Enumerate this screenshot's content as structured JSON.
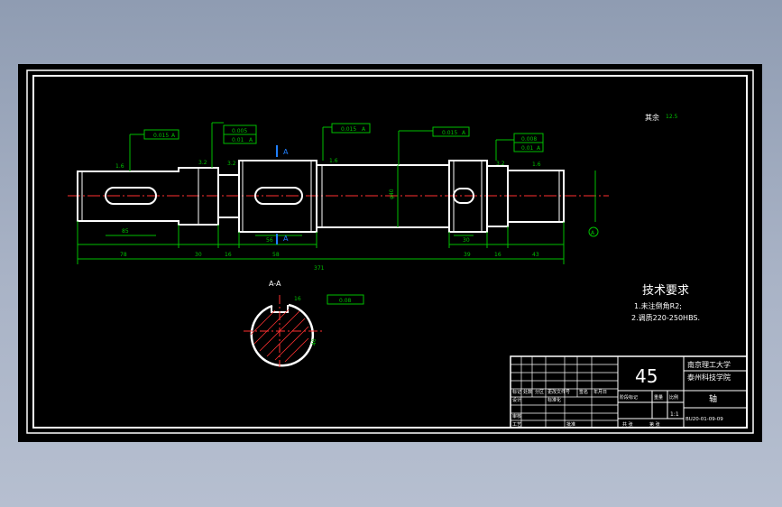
{
  "sheet": {
    "roughness_note": "其余",
    "roughness_value": "12.5"
  },
  "dimensions": {
    "keyway_length_left": "85",
    "seg_78": "78",
    "seg_30": "30",
    "seg_16_left": "16",
    "keyway_length_mid": "56",
    "seg_58": "58",
    "seg_39": "39",
    "seg_16_right": "16",
    "seg_43": "43",
    "keyway_length_right": "30",
    "overall_length": "371",
    "dia_shaft": "φ40"
  },
  "tolerances": {
    "runout_1": "0.015",
    "runout_1_ref": "A",
    "parallel_1": "0.005",
    "runout_2": "0.01",
    "runout_2_ref": "A",
    "runout_3": "0.015",
    "runout_3_ref": "A",
    "runout_4": "0.015",
    "runout_4_ref": "A",
    "parallel_2": "0.008",
    "runout_5": "0.01",
    "runout_5_ref": "A",
    "symmetry_aa": "0.08",
    "datum_label": "A"
  },
  "roughness": {
    "r1": "1.6",
    "r2": "3.2",
    "r3": "3.2",
    "r4": "1.6",
    "r5": "3.2",
    "r6": "1.6"
  },
  "section": {
    "title": "A-A",
    "keyway_dim": "16",
    "depth_dim": "40"
  },
  "tech_requirements": {
    "heading": "技术要求",
    "item1": "1.未注倒角R2;",
    "item2": "2.调质220-250HBS."
  },
  "title_block": {
    "material": "45",
    "university": "南京理工大学",
    "college": "泰州科技学院",
    "part_name": "轴",
    "drawing_number": "BU20-01-09-09",
    "scale": "1:1",
    "row_mark": "标记",
    "row_count": "处数",
    "row_zone": "分区",
    "row_change": "更改文件号",
    "row_sign": "签名",
    "row_date": "年月日",
    "row_design": "设计",
    "row_standard": "标准化",
    "row_check": "审核",
    "row_process": "工艺",
    "row_approve": "批准",
    "stage_mark": "阶段标记",
    "weight": "重量",
    "scale_label": "比例",
    "sheets": "共  张",
    "sheet_of": "第  张"
  }
}
